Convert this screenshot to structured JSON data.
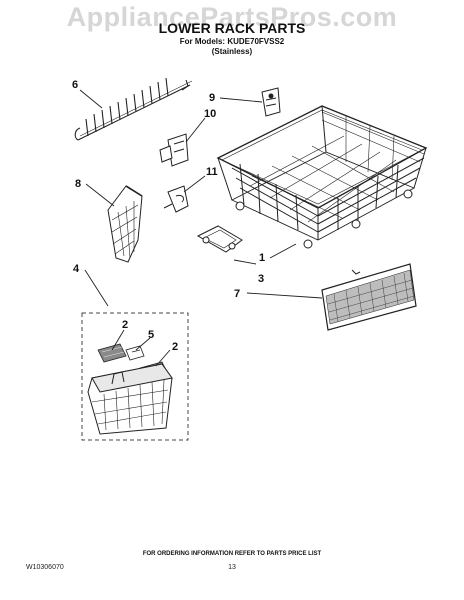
{
  "watermark": "AppliancePartsPros.com",
  "header": {
    "title": "LOWER RACK PARTS",
    "models": "For Models: KUDE70FVSS2",
    "variant": "(Stainless)"
  },
  "callouts": {
    "c1": "1",
    "c2a": "2",
    "c2b": "2",
    "c3": "3",
    "c4": "4",
    "c5": "5",
    "c6": "6",
    "c7": "7",
    "c8": "8",
    "c9": "9",
    "c10": "10",
    "c11": "11"
  },
  "footer": {
    "note": "FOR ORDERING INFORMATION REFER TO PARTS PRICE LIST",
    "doc_id": "W10306070",
    "page": "13"
  }
}
